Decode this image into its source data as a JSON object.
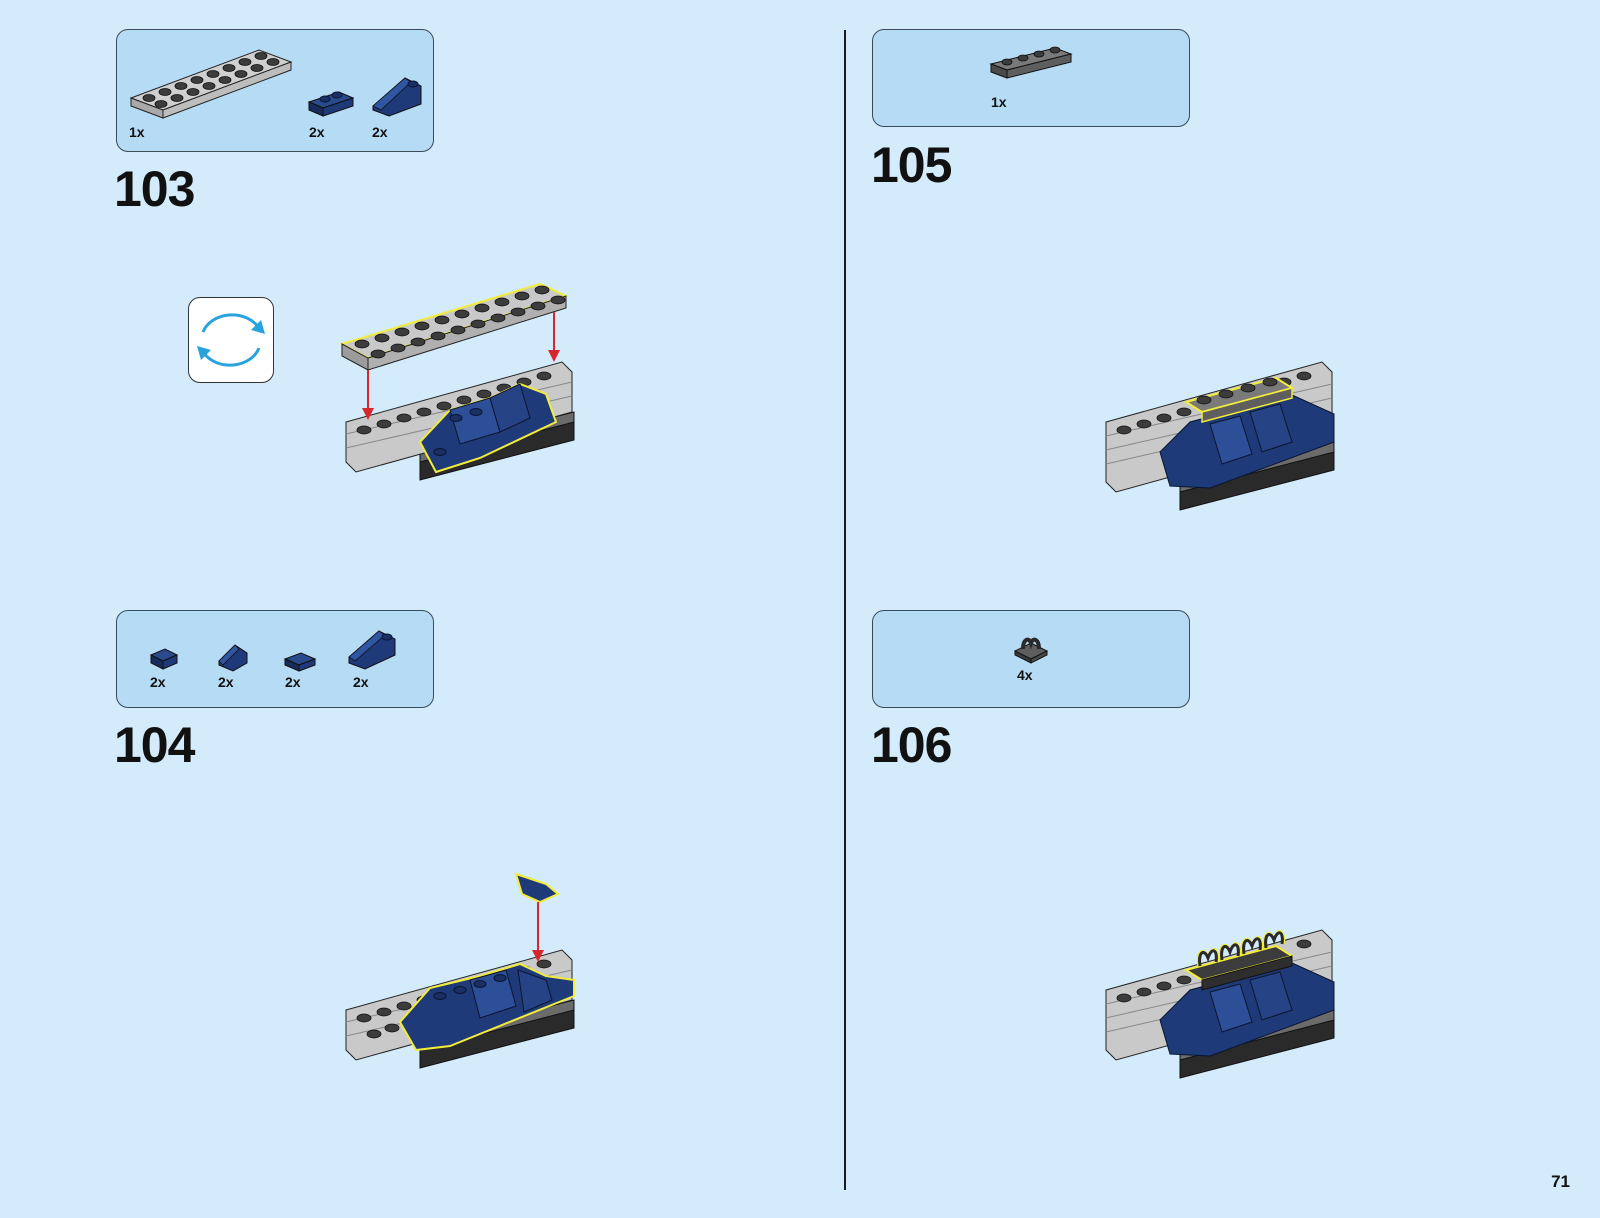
{
  "page_number": "71",
  "colors": {
    "background": "#d3ebfa",
    "parts_box": "#b6dbf4",
    "light_gray": "#c9c9c9",
    "dark_gray": "#6b6b6b",
    "dark_blue": "#1f3a78",
    "highlight": "#f2ec3a",
    "arrow_red": "#d7262c",
    "rotate_arrow": "#29a3dc"
  },
  "steps": [
    {
      "number": "103",
      "parts": [
        {
          "qty": "1x",
          "icon": "light-gray-plate-2x8-icon"
        },
        {
          "qty": "2x",
          "icon": "dark-blue-plate-1x2-icon"
        },
        {
          "qty": "2x",
          "icon": "dark-blue-slope-icon"
        }
      ],
      "rotate_icon": "rotate-model-icon"
    },
    {
      "number": "104",
      "parts": [
        {
          "qty": "2x",
          "icon": "dark-blue-tile-1x1-icon"
        },
        {
          "qty": "2x",
          "icon": "dark-blue-slope-1x1-icon"
        },
        {
          "qty": "2x",
          "icon": "dark-blue-tile-1x2-icon"
        },
        {
          "qty": "2x",
          "icon": "dark-blue-slope-2x2-icon"
        }
      ]
    },
    {
      "number": "105",
      "parts": [
        {
          "qty": "1x",
          "icon": "dark-gray-plate-1x4-icon"
        }
      ]
    },
    {
      "number": "106",
      "parts": [
        {
          "qty": "4x",
          "icon": "dark-gray-clip-plate-icon"
        }
      ]
    }
  ]
}
